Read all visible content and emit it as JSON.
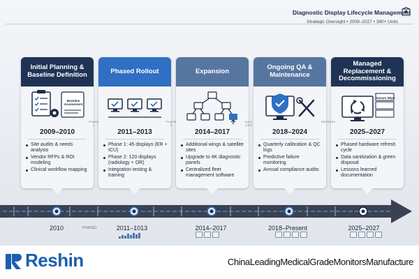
{
  "header": {
    "title": "Diagnostic Display Lifecycle Management",
    "subtitle": "Strategic Oversight • 2009–2027 • 380+ Units",
    "icon": "hospital-icon"
  },
  "stages": [
    {
      "title": "Initial Planning & Baseline Definition",
      "icon": "clipboard-checklist-gear-icon",
      "icon_label": "Baseline Assessment",
      "years": "2009–2010",
      "items": [
        "Site audits & needs analysis",
        "Vendor RFPs & ROI modeling",
        "Clinical workflow mapping"
      ],
      "header_color": "#1f3455"
    },
    {
      "title": "Phased Rollout",
      "icon": "monitor-checkmarks-icon",
      "years": "2011–2013",
      "items": [
        "Phase 1: 45 displays (ER + ICU)",
        "Phase 2: 120 displays (radiology + OR)",
        "Integration testing & training"
      ],
      "header_color": "#2f6fc4"
    },
    {
      "title": "Expansion",
      "icon": "network-expansion-icon",
      "years": "2014–2017",
      "items": [
        "Additional wings & satellite sites",
        "Upgrade to 4K diagnostic panels",
        "Centralized fleet management software"
      ],
      "header_color": "#5676a0"
    },
    {
      "title": "Ongoing QA & Maintenance",
      "icon": "shield-check-tools-icon",
      "years": "2018–2024",
      "items": [
        "Quarterly calibration & QC logs",
        "Predictive failure monitoring",
        "Annual compliance audits"
      ],
      "header_color": "#5676a0"
    },
    {
      "title": "Managed Replacement & Decommissioning",
      "icon": "monitor-recycle-icon",
      "icon_label": "Secure Wipe",
      "years": "2025–2027",
      "items": [
        "Phased hardware refresh cycle",
        "Data sanitization & green disposal",
        "Lessons learned documentation"
      ],
      "header_color": "#1f3455"
    }
  ],
  "connectors": [
    "Phase 1",
    "Phase 2",
    "QA & Ops",
    "Refresh"
  ],
  "timeline": {
    "labels": [
      "2010",
      "2011–1013",
      "2014–2017",
      "2018–Present",
      "2025–2027"
    ],
    "mini_tag": "PHASED",
    "accent": "#2f6fc4"
  },
  "footer": {
    "brand": "Reshin",
    "tagline": "ChinaLeadingMedicalGradeMonitorsManufacture",
    "brand_color": "#1a5fb0"
  }
}
